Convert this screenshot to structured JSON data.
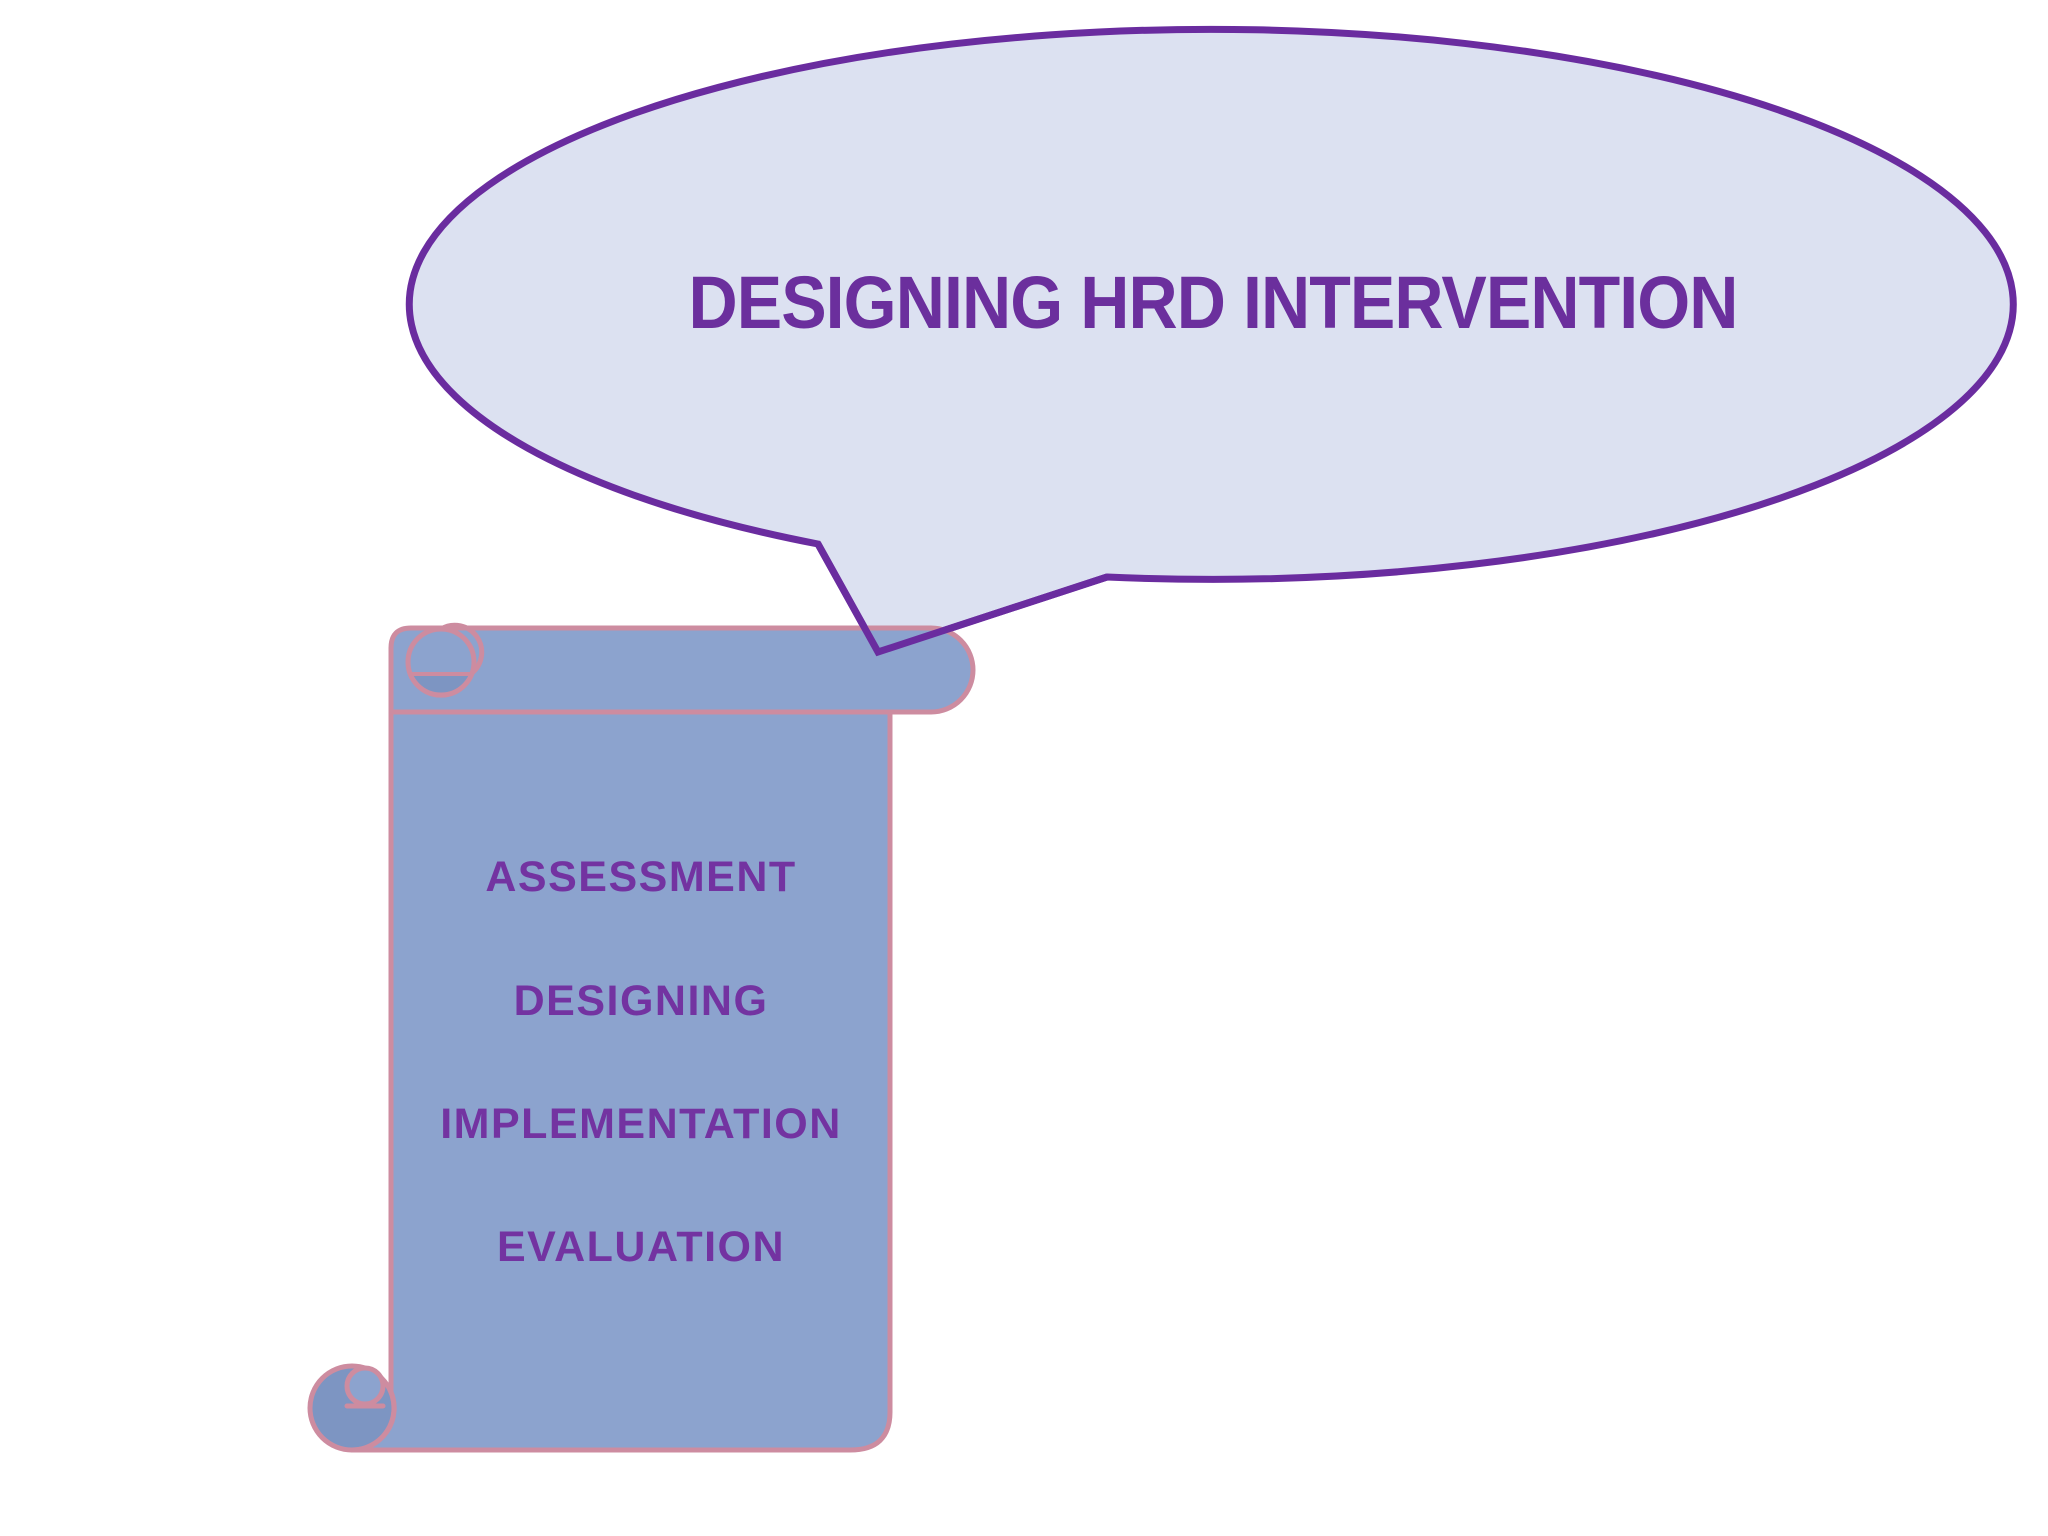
{
  "slide": {
    "background": "#ffffff",
    "callout": {
      "title": "DESIGNING HRD INTERVENTION",
      "fill": "#dce1f1",
      "border": "#6a2c9f",
      "text_color": "#6b2f9d"
    },
    "scroll": {
      "fill": "#8ca3ce",
      "shade": "#7d95c2",
      "border": "#cd8ca0",
      "text_color": "#7333a1",
      "items": [
        "ASSESSMENT",
        "DESIGNING",
        "IMPLEMENTATION",
        "EVALUATION"
      ]
    }
  }
}
